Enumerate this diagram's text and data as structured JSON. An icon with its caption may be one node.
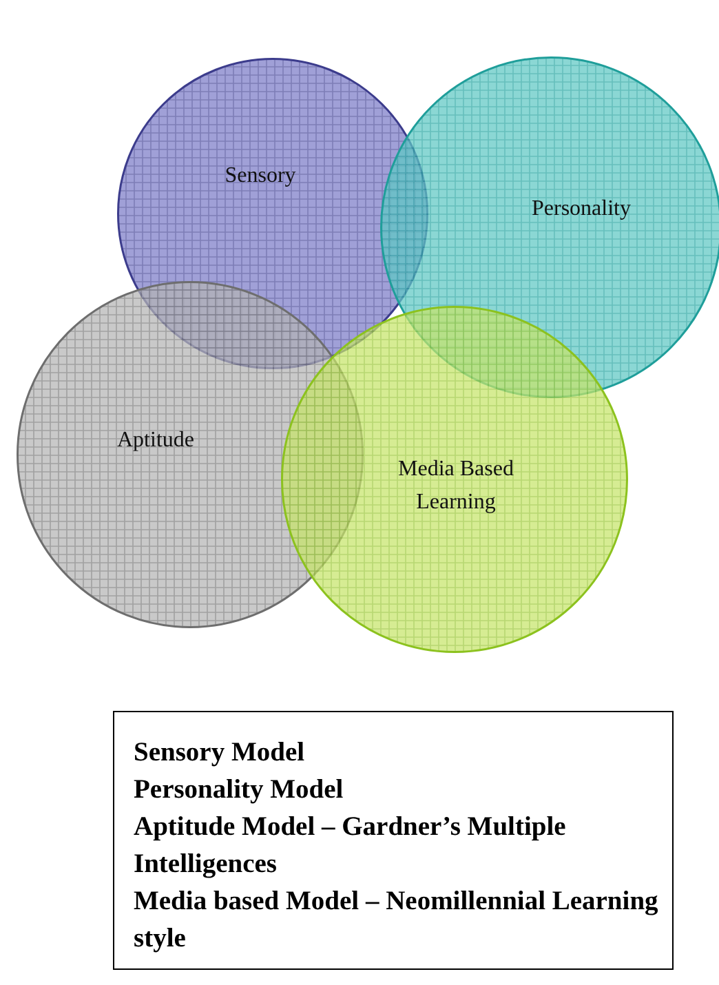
{
  "diagram": {
    "nodes": [
      {
        "text": [
          "Sensory"
        ]
      },
      {
        "text": [
          "Personality"
        ]
      },
      {
        "text": [
          "Aptitude"
        ]
      },
      {
        "text": [
          "Media Based Learning"
        ]
      },
      {
        "text": [
          "Sensory Model",
          "Personality Model",
          "Aptitude Model – Gardner’s Multiple Intelligences",
          "Media based Model – Neomillennial Learning style"
        ]
      }
    ]
  }
}
